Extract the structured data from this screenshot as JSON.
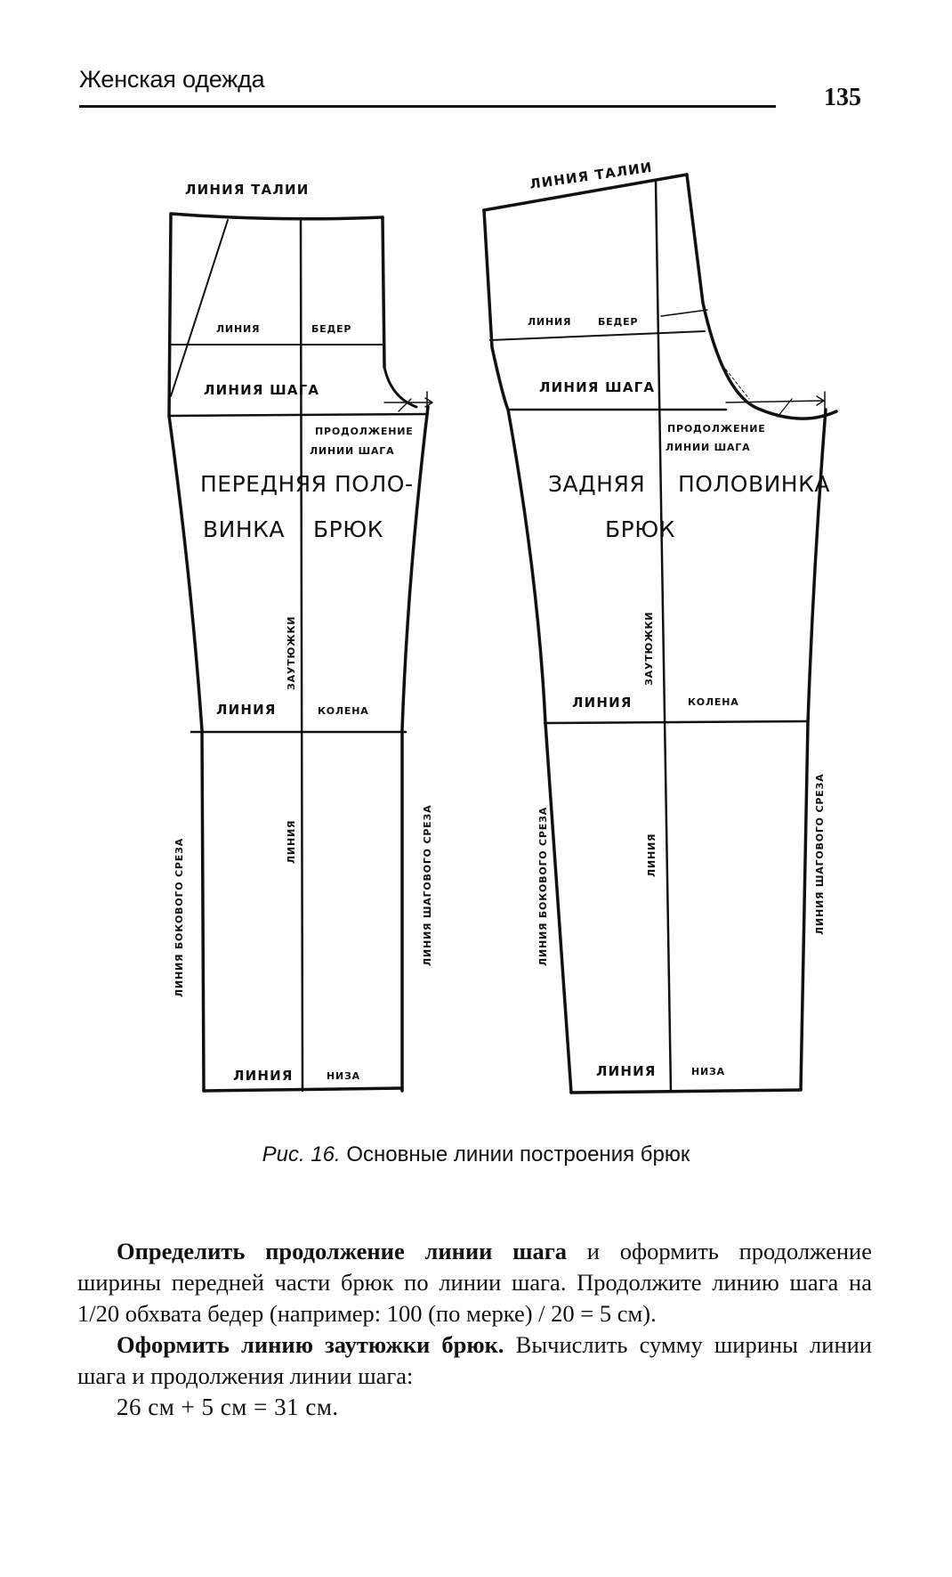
{
  "header": {
    "running_head": "Женская одежда",
    "page_number": "135"
  },
  "figure": {
    "front": {
      "waist_line": "ЛИНИЯ ТАЛИИ",
      "hip_line_1": "ЛИНИЯ",
      "hip_line_2": "БЕДЕР",
      "crotch_line": "ЛИНИЯ ШАГА",
      "crotch_ext_1": "ПРОДОЛЖЕНИЕ",
      "crotch_ext_2": "ЛИНИИ ШАГА",
      "title_1": "ПЕРЕДНЯЯ ПОЛО-",
      "title_2": "ВИНКА",
      "title_3": "БРЮК",
      "crease_1": "ЗАУТЮЖКИ",
      "crease_2": "ЛИНИЯ",
      "knee_1": "ЛИНИЯ",
      "knee_2": "КОЛЕНА",
      "side_seam": "ЛИНИЯ БОКОВОГО СРЕЗА",
      "inseam": "ЛИНИЯ ШАГОВОГО СРЕЗА",
      "hem_1": "ЛИНИЯ",
      "hem_2": "НИЗА"
    },
    "back": {
      "waist_line": "ЛИНИЯ ТАЛИИ",
      "hip_line_1": "ЛИНИЯ",
      "hip_line_2": "БЕДЕР",
      "crotch_line": "ЛИНИЯ ШАГА",
      "crotch_ext_1": "ПРОДОЛЖЕНИЕ",
      "crotch_ext_2": "ЛИНИИ ШАГА",
      "title_1": "ЗАДНЯЯ",
      "title_2": "ПОЛОВИНКА",
      "title_3": "БРЮК",
      "crease_1": "ЗАУТЮЖКИ",
      "crease_2": "ЛИНИЯ",
      "knee_1": "ЛИНИЯ",
      "knee_2": "КОЛЕНА",
      "side_seam": "ЛИНИЯ БОКОВОГО СРЕЗА",
      "inseam": "ЛИНИЯ ШАГОВОГО СРЕЗА",
      "hem_1": "ЛИНИЯ",
      "hem_2": "НИЗА"
    }
  },
  "caption": {
    "label": "Рис. 16.",
    "text": " Основные линии построения брюк"
  },
  "body": {
    "p1_bold": "Определить продолжение линии шага",
    "p1_rest": " и оформить продолжение ширины передней части брюк по линии шага. Продолжите линию шага на 1/20 обхвата бедер (например: 100 (по мерке) / 20 = 5 см).",
    "p2_bold": "Оформить линию заутюжки брюк.",
    "p2_rest": " Вычислить сумму ширины линии шага и продолжения линии шага:",
    "formula": "26 см + 5 см = 31 см."
  }
}
